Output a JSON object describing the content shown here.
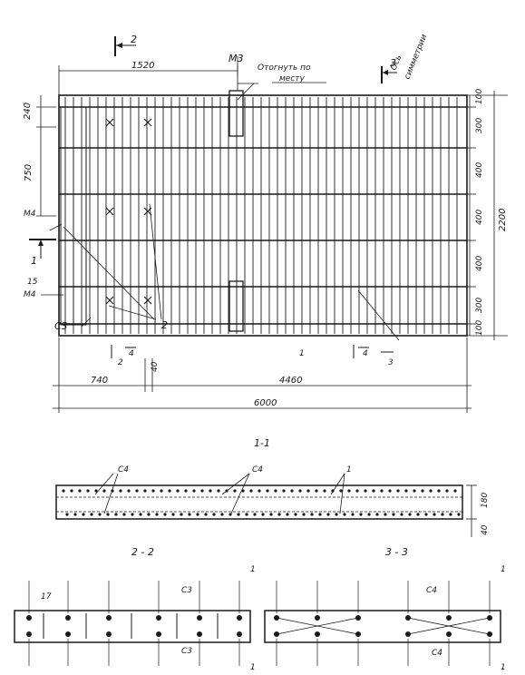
{
  "plan": {
    "section_marks": {
      "s2": "2",
      "s3": "3",
      "s1": "1"
    },
    "callouts": {
      "m3": "М3",
      "bend_note_line1": "Отогнуть по",
      "bend_note_line2": "месту",
      "axis_line1": "Ось",
      "axis_line2": "симметрии",
      "m4_top": "М4",
      "m4_bottom": "М4",
      "c3": "С3",
      "item15": "15",
      "item2": "2",
      "item1": "1",
      "item4_left": "4",
      "item4_right": "4"
    },
    "dimensions": {
      "top_length": "1520",
      "left_240": "240",
      "left_750": "750",
      "bottom_740": "740",
      "bottom_4460": "4460",
      "bottom_6000": "6000",
      "bottom_gap": "40",
      "right_100_top": "100",
      "right_300_a": "300",
      "right_400_a": "400",
      "right_400_b": "400",
      "right_400_c": "400",
      "right_300_b": "300",
      "right_100_bottom": "100",
      "right_total": "2200"
    }
  },
  "section_1_1": {
    "title": "1-1",
    "labels": {
      "c4_left": "С4",
      "c4_mid": "С4",
      "item1": "1"
    },
    "dimensions": {
      "height_180": "180",
      "cover_40": "40"
    }
  },
  "section_2_2": {
    "title": "2 - 2",
    "labels": {
      "item17": "17",
      "c3_top": "С3",
      "c3_bottom": "С3",
      "end_top": "1",
      "end_bottom": "1"
    }
  },
  "section_3_3": {
    "title": "3 - 3",
    "labels": {
      "c4_top": "С4",
      "c4_bottom": "С4",
      "end_top": "1",
      "end_bottom": "1"
    }
  }
}
